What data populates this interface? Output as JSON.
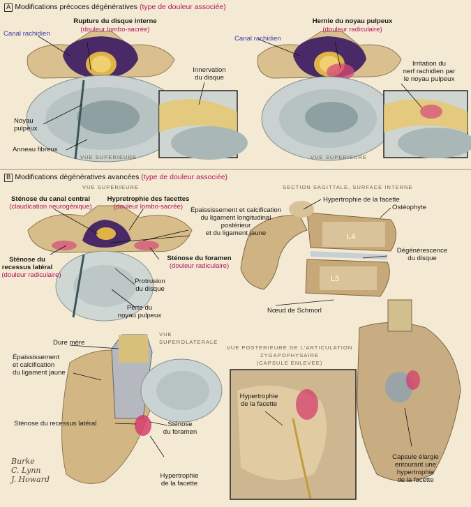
{
  "section_a": {
    "box": "A",
    "title": "Modifications précoces dégénératives",
    "title_tag": "(type de douleur associée)",
    "left": {
      "heading": "Rupture du disque interne",
      "heading_pain": "(douleur lombo-sacrée)",
      "canal": "Canal rachidien",
      "innervation_1": "Innervation",
      "innervation_2": "du disque",
      "noyau_1": "Noyau",
      "noyau_2": "pulpeux",
      "anneau": "Anneau fibreux",
      "view": "VUE SUPERIEURE"
    },
    "right": {
      "heading": "Hernie du noyau pulpeux",
      "heading_pain": "(douleur radiculaire)",
      "canal": "Canal rachidien",
      "irritation_1": "Irritation du",
      "irritation_2": "nerf rachidien par",
      "irritation_3": "le noyau pulpeux",
      "view": "VUE SUPERIEURE"
    }
  },
  "section_b": {
    "box": "B",
    "title": "Modifications dégénératives avancées",
    "title_tag": "(type de douleur associée)",
    "top_left": {
      "view": "VUE SUPERIEURE",
      "stenose_canal": "Sténose du canal central",
      "claudication": "(claudication neurogénique)",
      "hypertrophie_facettes": "Hypretrophie des facettes",
      "douleur_lombo": "(douleur lombo-sacrée)",
      "stenose_foramen": "Sténose du foramen",
      "douleur_rad_1": "(douleur radiculaire)",
      "stenose_recessus_1": "Sténose du",
      "stenose_recessus_2": "recessus latéral",
      "douleur_rad_2": "(douleur radiculaire)",
      "protrusion_1": "Protrusion",
      "protrusion_2": "du disque",
      "perte_1": "Perte du",
      "perte_2": "noyau pulpeux"
    },
    "middle": {
      "epaiss_1": "Épaississement et calcification",
      "epaiss_2": "du ligament longitudinal",
      "epaiss_3": "postérieur",
      "epaiss_4": "et du ligament jaune"
    },
    "top_right": {
      "view": "SECTION SAGITTALE, SURFACE INTERNE",
      "hypertrophie": "Hypertrophie de la facette",
      "osteophyte": "Ostéophyte",
      "l4": "L4",
      "l5": "L5",
      "degen_1": "Dégénérescence",
      "degen_2": "du disque",
      "schmorl": "Nœud de Schmorl"
    },
    "bottom_left": {
      "view_1": "VUE",
      "view_2": "SUPEROLATERALE",
      "dure": "Dure mère",
      "epaiss_1": "Épaississement",
      "epaiss_2": "et calcification",
      "epaiss_3": "du ligament jaune",
      "recessus": "Sténose du recessus latéral",
      "foramen_1": "Sténose",
      "foramen_2": "du foramen",
      "hyper_1": "Hypertrophie",
      "hyper_2": "de la facette"
    },
    "bottom_right": {
      "view_1": "VUE POSTERIEURE DE L'ARTICULATION",
      "view_2": "ZYGAPOPHYSAIRE",
      "view_3": "(CAPSULE ENLEVEE)",
      "hyper_1": "Hypertrophie",
      "hyper_2": "de la facette",
      "capsule_1": "Capsule élargie",
      "capsule_2": "entourant une",
      "capsule_3": "hypertrophie",
      "capsule_4": "de la facette"
    }
  },
  "signature": [
    "Burke",
    "C. Lynn",
    "J. Howard"
  ],
  "colors": {
    "accent_magenta": "#b0135c",
    "label_blue": "#3a3aa8",
    "bone": "#d8c196",
    "disc": "#cfd6d4",
    "canal_purple": "#4a2a66",
    "nerve": "#e2b84a"
  }
}
